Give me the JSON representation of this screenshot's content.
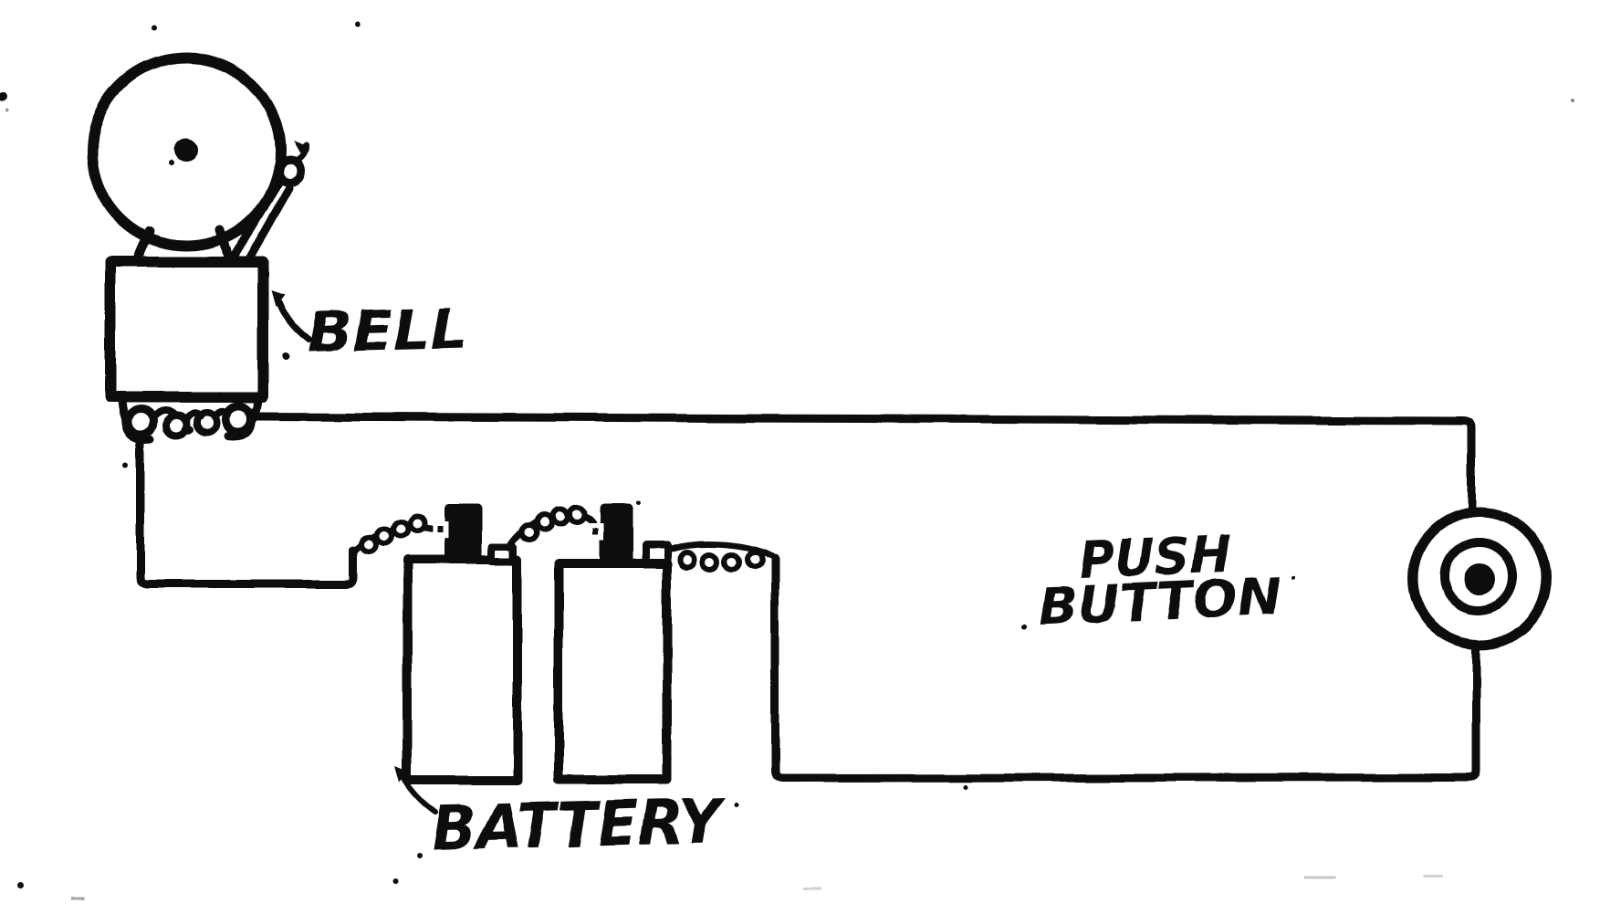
{
  "diagram": {
    "kind": "scanned-book-circuit-figure",
    "components": [
      "bell",
      "battery-cell-1",
      "battery-cell-2",
      "push-button",
      "connecting-wires"
    ]
  },
  "labels": {
    "bell": "BELL",
    "push_line1": "PUSH",
    "push_line2": "BUTTON",
    "battery": "BATTERY"
  },
  "colors": {
    "ink": "#0f0f0f",
    "paper": "#ffffff"
  }
}
